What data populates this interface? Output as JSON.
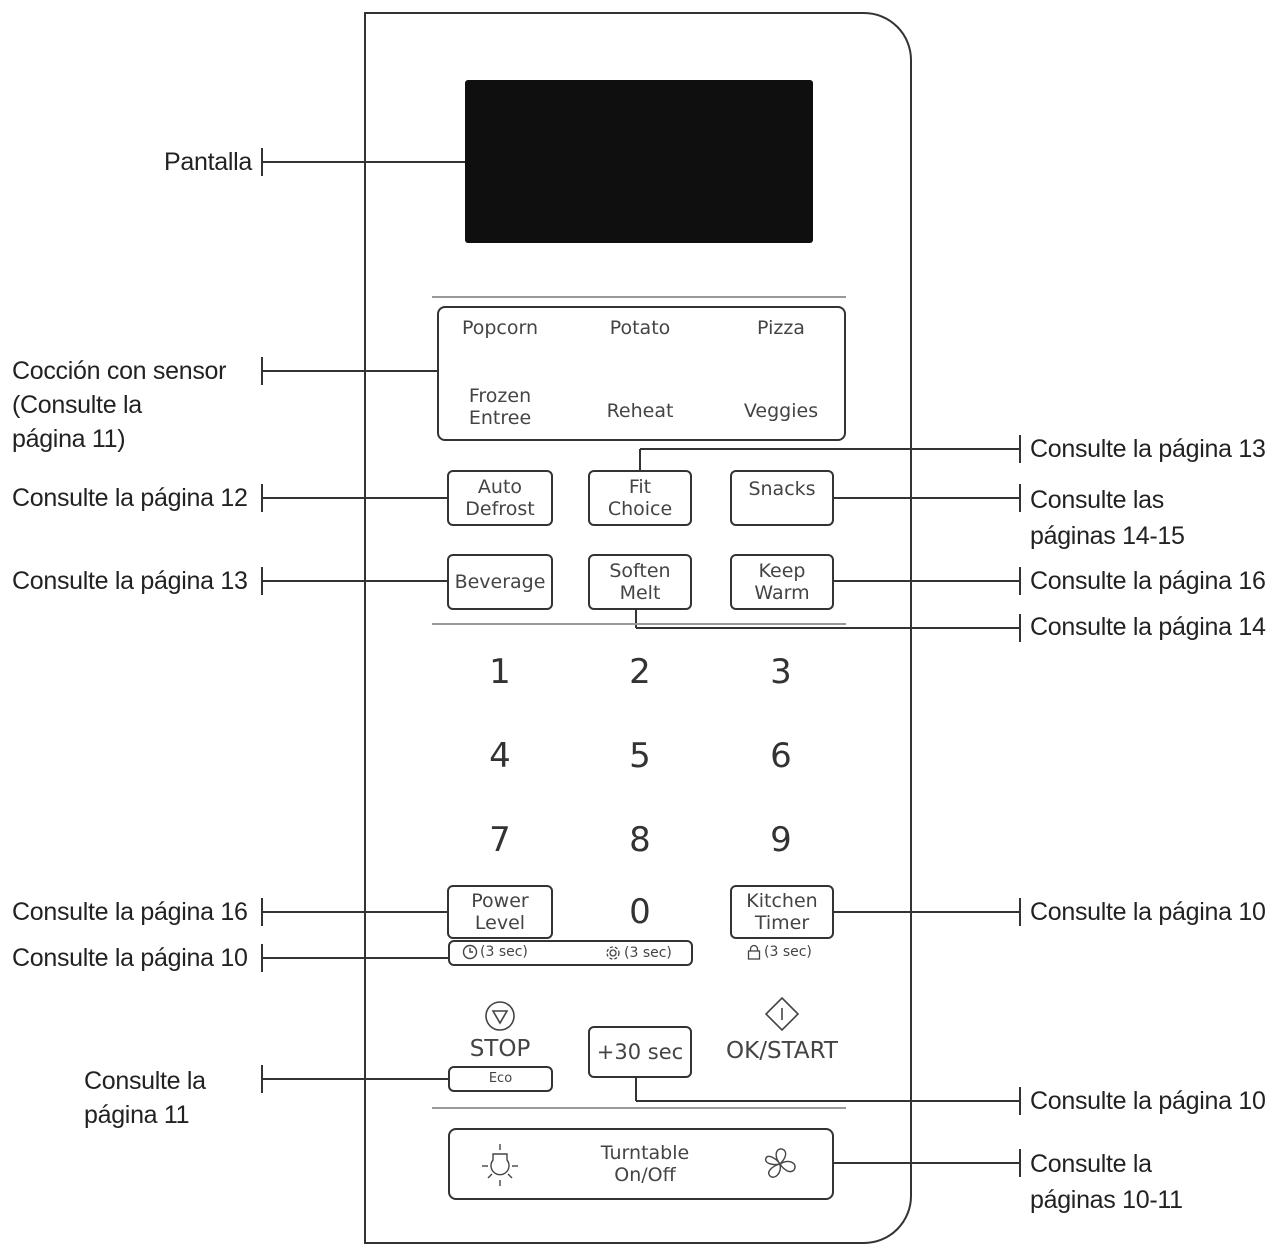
{
  "callouts": {
    "pantalla": "Pantalla",
    "coccion": "Cocción con sensor\n(Consulte la\npágina 11)",
    "pag12": "Consulte la página 12",
    "pag13_left": "Consulte la página 13",
    "pag16_left": "Consulte la página 16",
    "pag10_left": "Consulte la página 10",
    "pag11_left": "Consulte la\npágina 11",
    "pag13_right": "Consulte la página 13",
    "pag14_15": "Consulte las\npáginas 14-15",
    "pag16_right": "Consulte la página 16",
    "pag14": "Consulte la página 14",
    "pag10_right1": "Consulte la página 10",
    "pag10_right2": "Consulte la página 10",
    "pag10_11": "Consulte la\npáginas 10-11"
  },
  "sensor": {
    "popcorn": "Popcorn",
    "potato": "Potato",
    "pizza": "Pizza",
    "frozen_entree": "Frozen\nEntree",
    "reheat": "Reheat",
    "veggies": "Veggies"
  },
  "buttons": {
    "auto_defrost": "Auto\nDefrost",
    "fit_choice": "Fit\nChoice",
    "snacks": "Snacks",
    "beverage": "Beverage",
    "soften_melt": "Soften\nMelt",
    "keep_warm": "Keep\nWarm",
    "power_level": "Power\nLevel",
    "kitchen_timer": "Kitchen\nTimer",
    "plus30": "+30 sec",
    "stop": "STOP",
    "eco": "Eco",
    "ok_start": "OK/START",
    "turntable": "Turntable\nOn/Off"
  },
  "keypad": {
    "d1": "1",
    "d2": "2",
    "d3": "3",
    "d4": "4",
    "d5": "5",
    "d6": "6",
    "d7": "7",
    "d8": "8",
    "d9": "9",
    "d0": "0"
  },
  "hold": {
    "clock": "(3 sec)",
    "settings": "(3 sec)",
    "lock": "(3 sec)"
  }
}
